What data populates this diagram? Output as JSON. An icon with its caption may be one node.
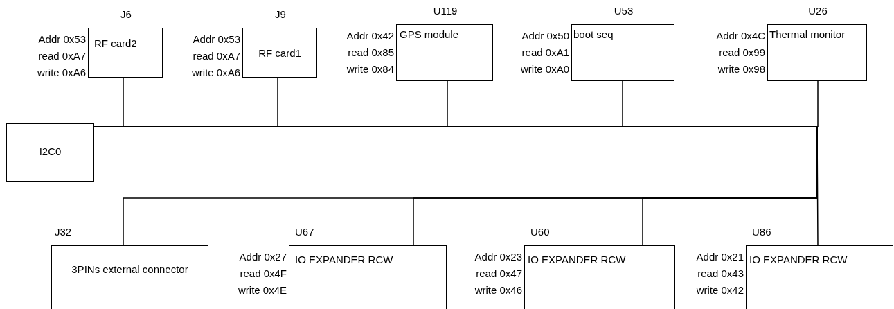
{
  "diagram": {
    "nodes": [
      {
        "text": [
          "I2C0"
        ]
      },
      {
        "text": [
          "J6",
          "RF card2"
        ],
        "beside": [
          "Addr 0x53",
          "read 0xA7",
          "write 0xA6"
        ]
      },
      {
        "text": [
          "J9",
          "RF card1"
        ],
        "beside": [
          "Addr 0x53",
          "read 0xA7",
          "write 0xA6"
        ]
      },
      {
        "text": [
          "U119",
          "GPS module"
        ],
        "beside": [
          "Addr 0x42",
          "read 0x85",
          "write 0x84"
        ]
      },
      {
        "text": [
          "U53",
          "boot seq"
        ],
        "beside": [
          "Addr 0x50",
          "read 0xA1",
          "write 0xA0"
        ]
      },
      {
        "text": [
          "U26",
          "Thermal monitor"
        ],
        "beside": [
          "Addr 0x4C",
          "read 0x99",
          "write 0x98"
        ]
      },
      {
        "text": [
          "J32",
          "3PINs external connector"
        ]
      },
      {
        "text": [
          "U67",
          "IO EXPANDER RCW"
        ],
        "beside": [
          "Addr 0x27",
          "read 0x4F",
          "write 0x4E"
        ]
      },
      {
        "text": [
          "U60",
          "IO EXPANDER RCW"
        ],
        "beside": [
          "Addr 0x23",
          "read 0x47",
          "write 0x46"
        ]
      },
      {
        "text": [
          "U86",
          "IO EXPANDER RCW"
        ],
        "beside": [
          "Addr 0x21",
          "read 0x43",
          "write 0x42"
        ]
      }
    ],
    "edges": [
      {
        "from": 0,
        "to": 1,
        "arrow": "none"
      },
      {
        "from": 0,
        "to": 2,
        "arrow": "none"
      },
      {
        "from": 0,
        "to": 3,
        "arrow": "none"
      },
      {
        "from": 0,
        "to": 4,
        "arrow": "none"
      },
      {
        "from": 0,
        "to": 5,
        "arrow": "none"
      },
      {
        "from": 0,
        "to": 6,
        "arrow": "none"
      },
      {
        "from": 0,
        "to": 7,
        "arrow": "none"
      },
      {
        "from": 0,
        "to": 8,
        "arrow": "none"
      },
      {
        "from": 0,
        "to": 9,
        "arrow": "none"
      }
    ]
  }
}
